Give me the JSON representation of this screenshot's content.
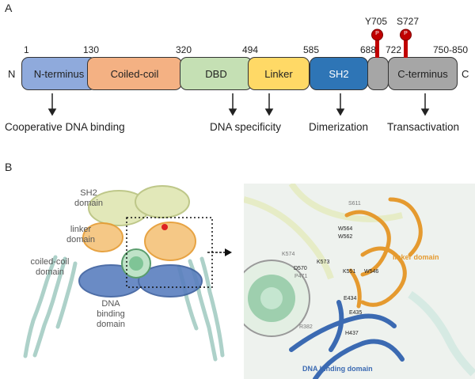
{
  "panel_a": {
    "label": "A",
    "n_end": "N",
    "c_end": "C",
    "positions": [
      "1",
      "130",
      "320",
      "494",
      "585",
      "688",
      "722",
      "750-850"
    ],
    "domains": [
      {
        "name": "N-terminus",
        "color": "#8faadc"
      },
      {
        "name": "Coiled-coil",
        "color": "#f4b183"
      },
      {
        "name": "DBD",
        "color": "#c5e0b4"
      },
      {
        "name": "Linker",
        "color": "#ffd966"
      },
      {
        "name": "SH2",
        "color": "#2e75b6"
      },
      {
        "name": "",
        "color": "#a6a6a6"
      },
      {
        "name": "C-terminus",
        "color": "#a6a6a6"
      }
    ],
    "phospho_sites": [
      "Y705",
      "S727"
    ],
    "phospho_mark": "P",
    "functions": [
      "Cooperative DNA binding",
      "DNA specificity",
      "Dimerization",
      "Transactivation"
    ]
  },
  "panel_b": {
    "label": "B",
    "left_labels": [
      "SH2\ndomain",
      "linker\ndomain",
      "coiled-coil\ndomain",
      "DNA\nbinding\ndomain"
    ],
    "right_labels": {
      "linker": "linker domain",
      "dna_binding": "DNA binding domain"
    },
    "residues": [
      "S611",
      "W564",
      "W562",
      "K574",
      "K573",
      "D570",
      "P471",
      "K551",
      "W546",
      "E434",
      "E435",
      "R382",
      "H437"
    ]
  }
}
